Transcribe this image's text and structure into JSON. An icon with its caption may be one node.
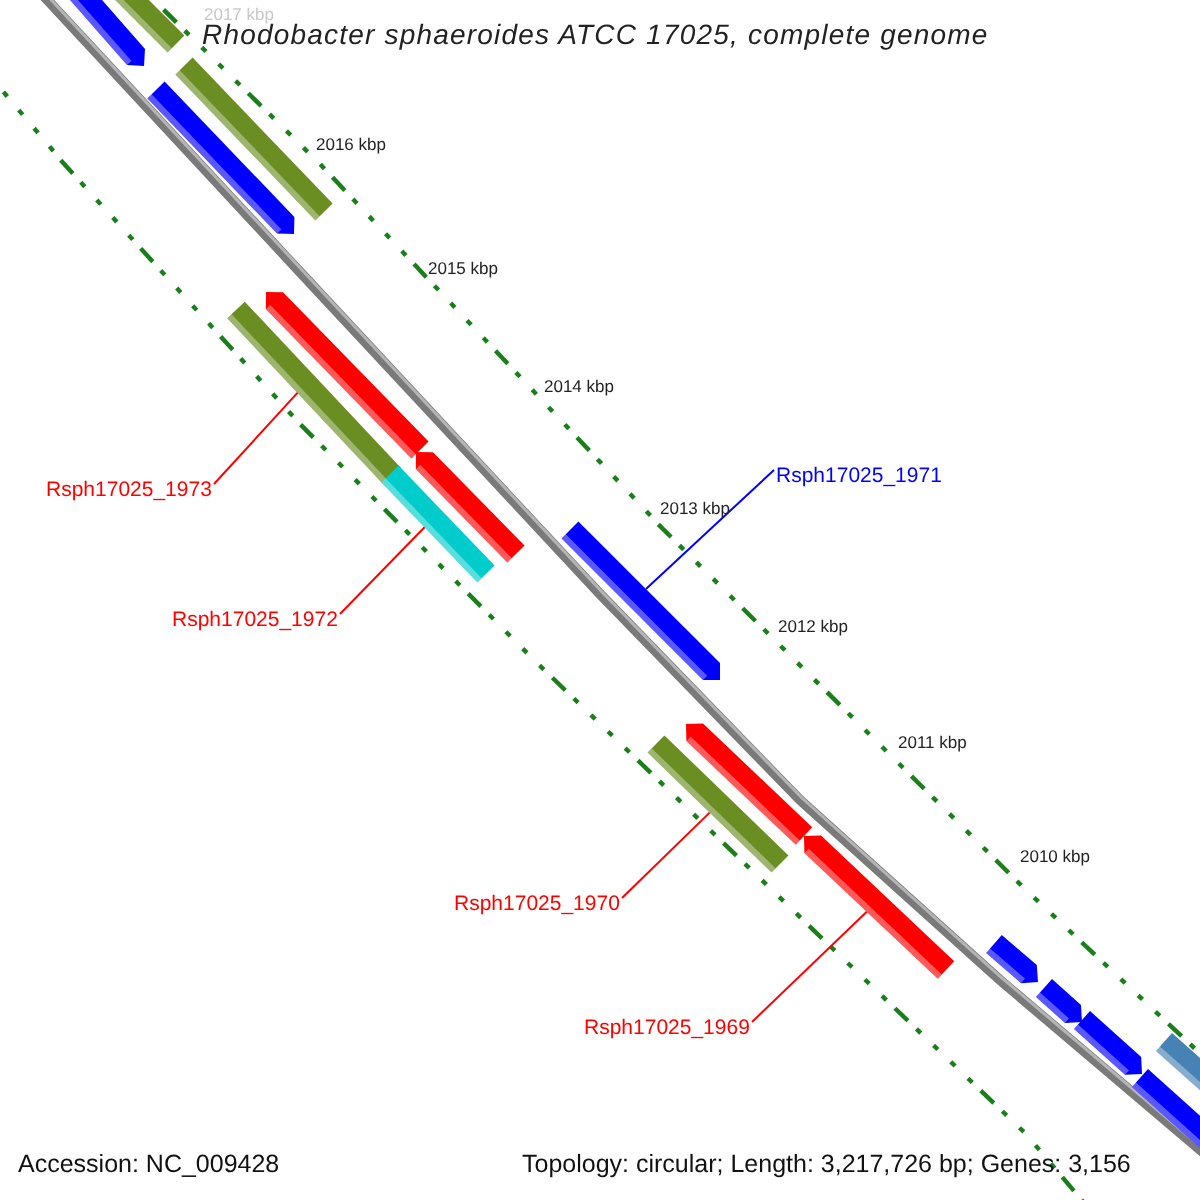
{
  "diagram": {
    "title": "Rhodobacter sphaeroides ATCC 17025, complete genome",
    "nodes": [
      {
        "text": [
          "Rsph17025_1973"
        ]
      },
      {
        "text": [],
        "shape": "bar"
      },
      {
        "text": [
          "Rsph17025_1972"
        ]
      },
      {
        "text": [],
        "shape": "bar"
      },
      {
        "text": [
          "Rsph17025_1971"
        ]
      },
      {
        "text": [],
        "shape": "bar"
      },
      {
        "text": [
          "Rsph17025_1970"
        ]
      },
      {
        "text": [],
        "shape": "bar"
      },
      {
        "text": [
          "Rsph17025_1969"
        ]
      },
      {
        "text": [],
        "shape": "bar"
      },
      {
        "text": [],
        "shape": "bar"
      },
      {
        "text": [],
        "shape": "bar"
      },
      {
        "text": [],
        "shape": "bar"
      },
      {
        "text": [],
        "shape": "bar"
      },
      {
        "text": [],
        "shape": "bar"
      },
      {
        "text": [],
        "shape": "bar"
      },
      {
        "text": [],
        "shape": "bar"
      },
      {
        "text": [],
        "shape": "bar"
      },
      {
        "text": [],
        "shape": "bar"
      },
      {
        "text": [],
        "shape": "bar"
      },
      {
        "text": [],
        "shape": "bar"
      },
      {
        "text": [],
        "shape": "bar"
      }
    ],
    "edges": [
      {
        "from": 0,
        "to": 1,
        "arrow": "none"
      },
      {
        "from": 2,
        "to": 3,
        "arrow": "none"
      },
      {
        "from": 4,
        "to": 5,
        "arrow": "none",
        "color": "#0000ff"
      },
      {
        "from": 6,
        "to": 7,
        "arrow": "none"
      },
      {
        "from": 8,
        "to": 9,
        "arrow": "none"
      }
    ],
    "labels": [
      "2017 kbp",
      "2016 kbp",
      "2015 kbp",
      "2014 kbp",
      "2013 kbp",
      "2012 kbp",
      "2011 kbp",
      "2010 kbp",
      "Accession: NC_009428",
      "Topology: circular; Length: 3,217,726 bp; Genes: 3,156"
    ]
  }
}
